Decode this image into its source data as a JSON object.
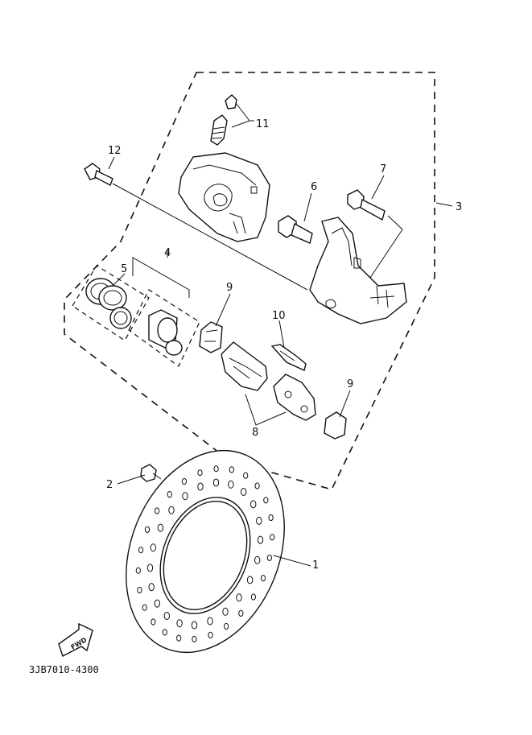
{
  "callouts": [
    {
      "id": "1",
      "text": "1"
    },
    {
      "id": "2",
      "text": "2"
    },
    {
      "id": "3",
      "text": "3"
    },
    {
      "id": "4",
      "text": "4"
    },
    {
      "id": "5",
      "text": "5"
    },
    {
      "id": "6",
      "text": "6"
    },
    {
      "id": "7",
      "text": "7"
    },
    {
      "id": "8",
      "text": "8"
    },
    {
      "id": "9a",
      "text": "9"
    },
    {
      "id": "9b",
      "text": "9"
    },
    {
      "id": "10",
      "text": "10"
    },
    {
      "id": "11",
      "text": "11"
    },
    {
      "id": "12",
      "text": "12"
    }
  ],
  "direction_label": "FWD",
  "part_code": "3JB7010-4300"
}
